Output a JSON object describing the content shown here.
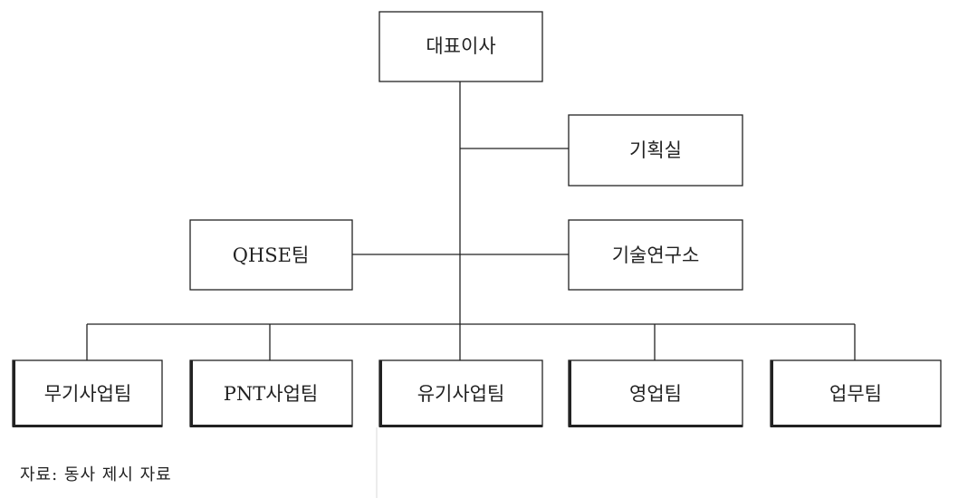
{
  "org_chart": {
    "ceo": "대표이사",
    "planning_office": "기획실",
    "qhse_team": "QHSE팀",
    "research_lab": "기술연구소",
    "teams": [
      "무기사업팀",
      "PNT사업팀",
      "유기사업팀",
      "영업팀",
      "업무팀"
    ]
  },
  "source_note": "자료: 동사 제시 자료"
}
